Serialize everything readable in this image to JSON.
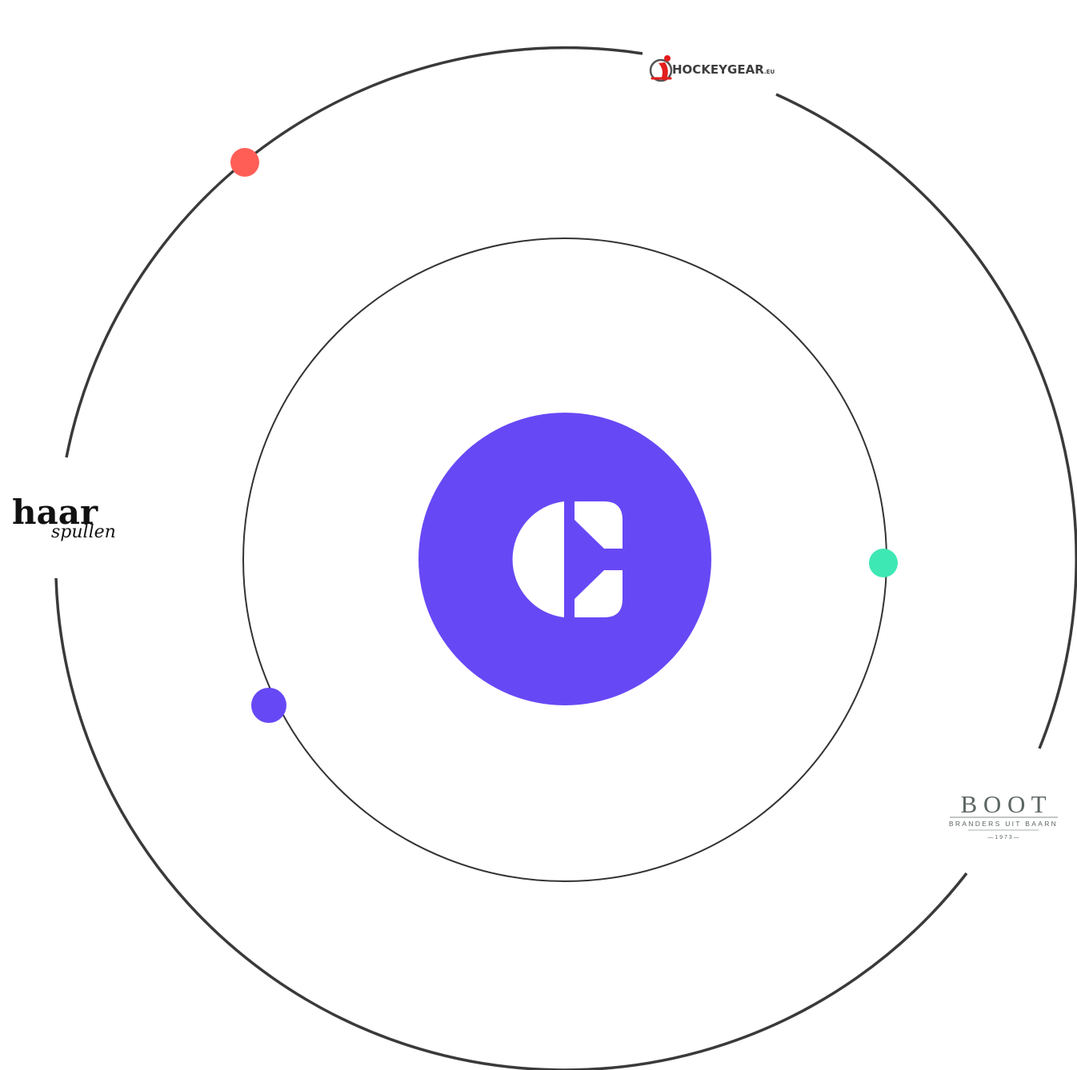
{
  "colors": {
    "orbit_stroke": "#3a3a3a",
    "hub": "#6748f5",
    "hub_mark": "#ffffff",
    "dot_coral": "#ff5e57",
    "dot_mint": "#3ee8b5",
    "dot_violet": "#6748f5",
    "boot_text": "#5c6664",
    "hockey_red": "#e31d1d",
    "hockey_text": "#3d3d3d"
  },
  "hub": {
    "logo_icon": "brand-monogram-icon"
  },
  "partners": {
    "hockeygear": {
      "icon": "hockey-player-icon",
      "name": "HOCKEYGEAR",
      "suffix": ".EU"
    },
    "haarspullen": {
      "name_main": "haar",
      "name_script": "spullen"
    },
    "boot": {
      "name": "B O O T",
      "tagline": "BRANDERS UIT BAARN",
      "year": "— 1 9 7 3 —"
    }
  }
}
